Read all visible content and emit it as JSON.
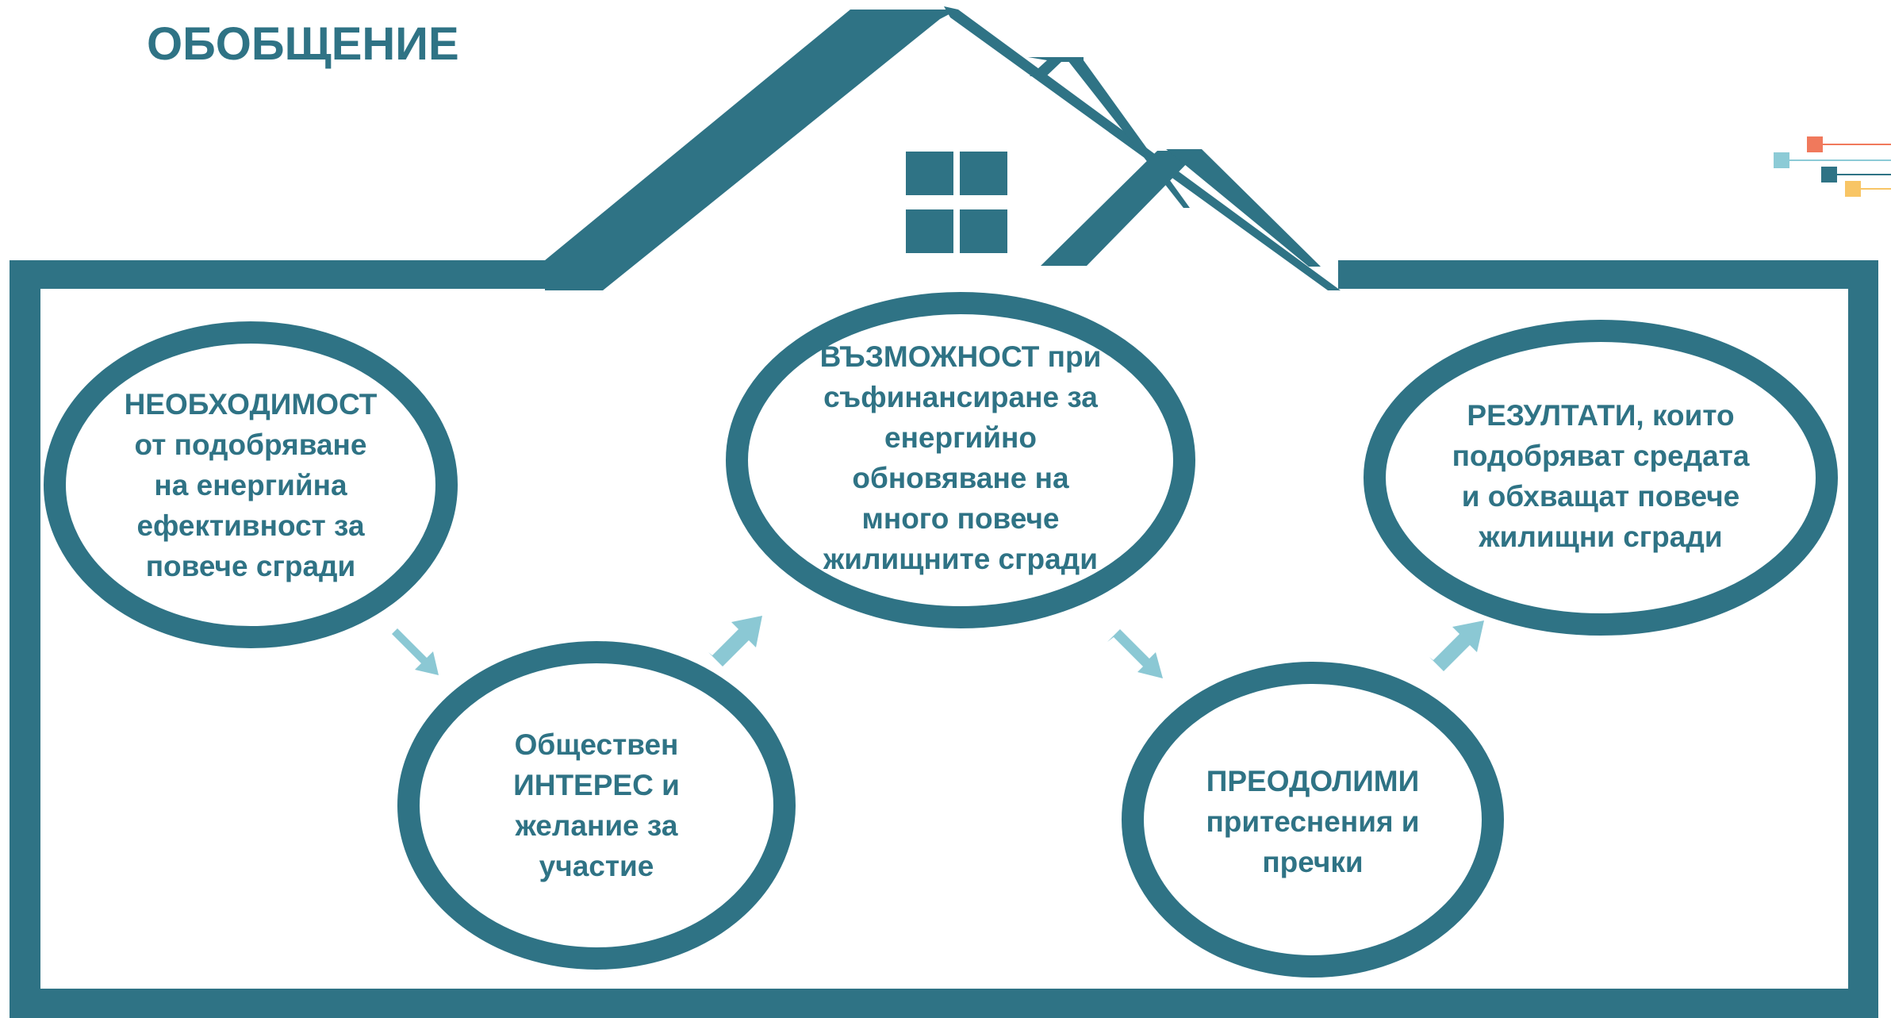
{
  "title": "ОБОБЩЕНИЕ",
  "colors": {
    "primary": "#2f7385",
    "arrow": "#8bc8d4",
    "deco_orange": "#f0795c",
    "deco_light_blue": "#8ccbd6",
    "deco_dark_blue": "#2f7385",
    "deco_yellow": "#f8c565"
  },
  "nodes": [
    {
      "id": "need",
      "lines": [
        "НЕОБХОДИМОСТ",
        "от подобряване",
        "на енергийна",
        "ефективност за",
        "повече сгради"
      ]
    },
    {
      "id": "interest",
      "lines": [
        "Обществен",
        "ИНТЕРЕС и",
        "желание за",
        "участие"
      ]
    },
    {
      "id": "opportunity",
      "lines": [
        "ВЪЗМОЖНОСТ при",
        "съфинансиране за",
        "енергийно",
        "обновяване на",
        "много повече",
        "жилищните сгради"
      ]
    },
    {
      "id": "constraints",
      "lines": [
        "ПРЕОДОЛИМИ",
        "притеснения и",
        "пречки"
      ]
    },
    {
      "id": "results",
      "lines": [
        "РЕЗУЛТАТИ, които",
        "подобряват средата",
        "и обхващат повече",
        "жилищни сгради"
      ]
    }
  ],
  "icons": {
    "window": "window-icon",
    "decoration": "decorative-squares-icon"
  }
}
